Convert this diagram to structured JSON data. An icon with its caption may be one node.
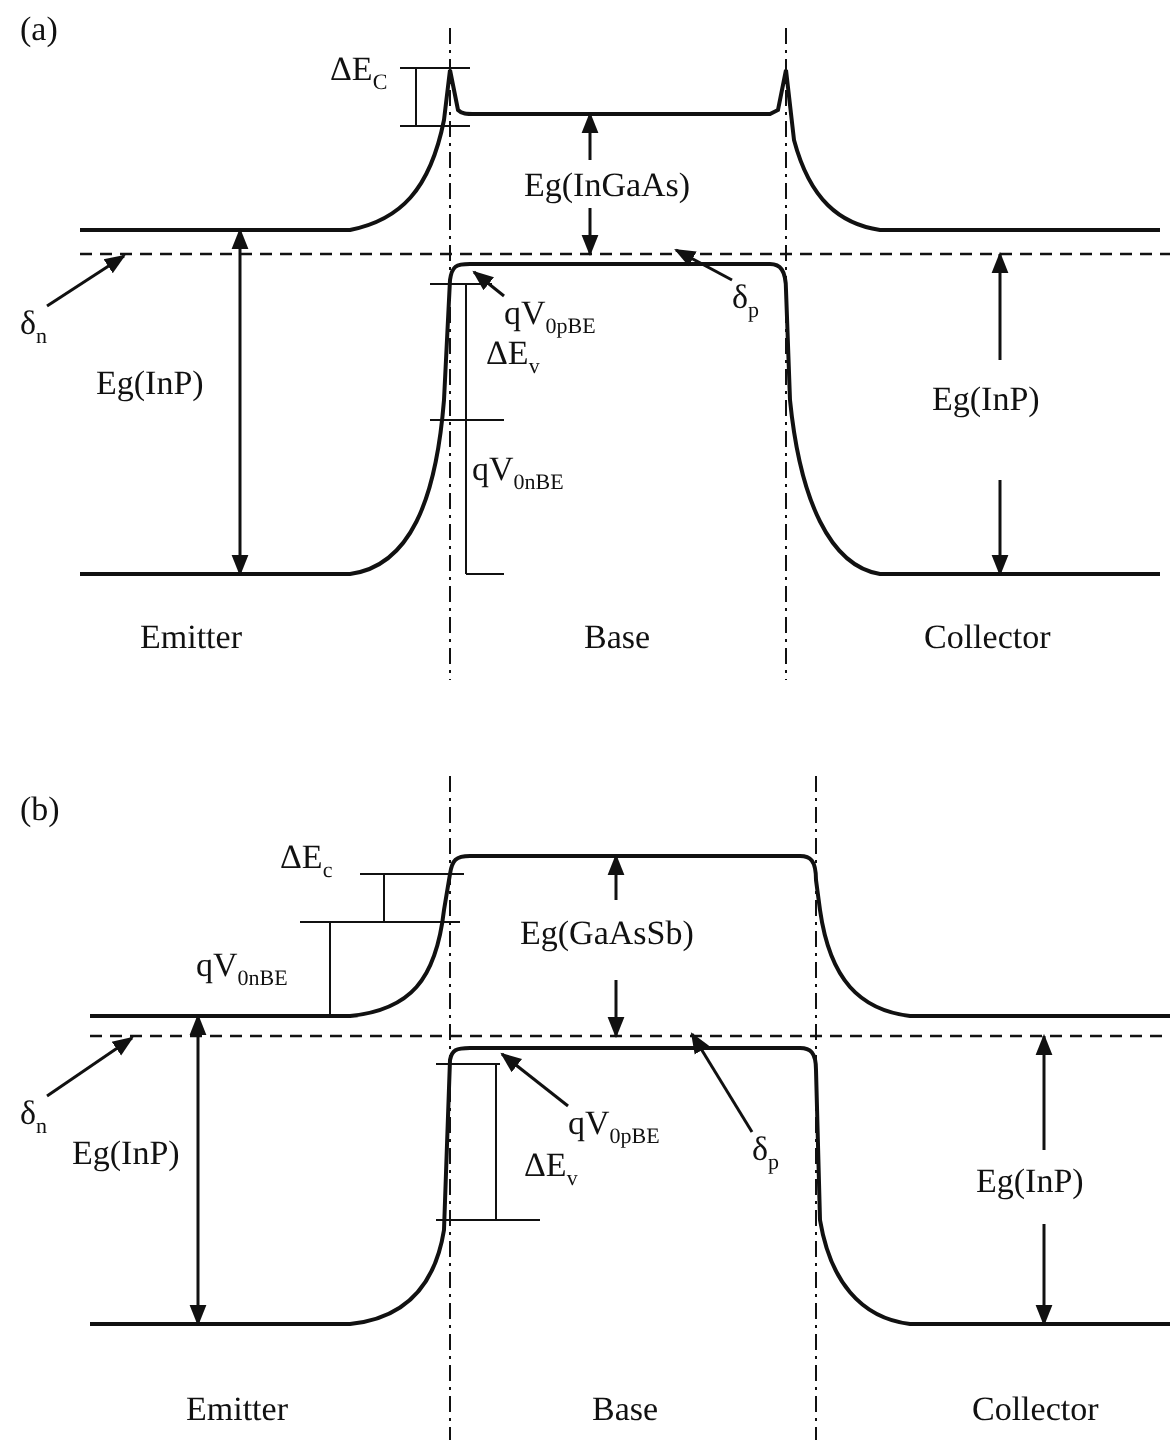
{
  "diagram": {
    "nodes": [
      {
        "text": [
          "δ$_{n}$"
        ]
      },
      {
        "text": [
          "qV$_{0pBE}$"
        ]
      },
      {
        "text": [
          "δ$_{p}$"
        ]
      },
      {
        "text": [
          "δ$_{n}$"
        ]
      },
      {
        "text": [
          "qV$_{0pBE}$"
        ]
      },
      {
        "text": [
          "δ$_{p}$"
        ]
      }
    ],
    "edges": [
      {
        "from": 0,
        "to": null,
        "arrow": "to"
      },
      {
        "from": 1,
        "to": null,
        "arrow": "to"
      },
      {
        "from": 2,
        "to": null,
        "arrow": "to"
      },
      {
        "from": 3,
        "to": null,
        "arrow": "to"
      },
      {
        "from": 4,
        "to": null,
        "arrow": "to"
      },
      {
        "from": 5,
        "to": null,
        "arrow": "to"
      }
    ],
    "labels": [
      "(a)",
      "ΔE$_{C}$",
      "Eg(InGaAs)",
      "ΔE$_{v}$",
      "Eg(InP)",
      "Eg(InP)",
      "qV$_{0nBE}$",
      "Emitter",
      "Base",
      "Collector",
      "(b)",
      "ΔE$_{c}$",
      "Eg(GaAsSb)",
      "qV$_{0nBE}$",
      "ΔE$_{v}$",
      "Eg(InP)",
      "Eg(InP)",
      "Emitter",
      "Base",
      "Collector"
    ]
  }
}
